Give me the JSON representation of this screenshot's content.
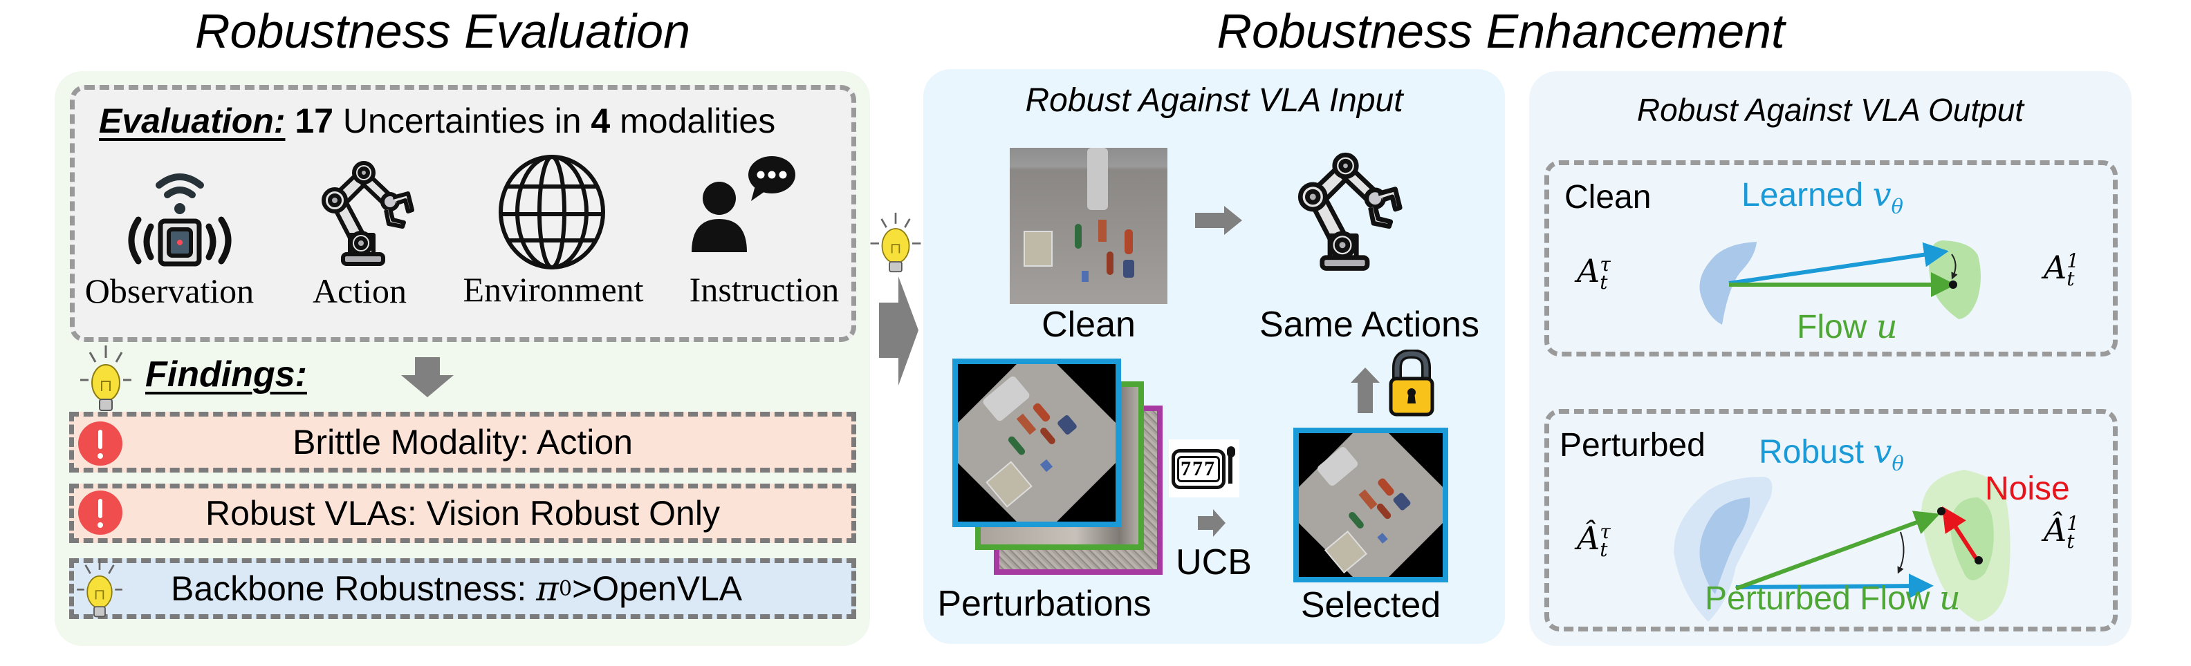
{
  "titles": {
    "evaluation": "Robustness Evaluation",
    "enhancement": "Robustness Enhancement"
  },
  "evaluation": {
    "heading_label": "Evaluation:",
    "count": "17",
    "mid_text": " Uncertainties in ",
    "modality_count": "4",
    "end_text": " modalities",
    "modalities": [
      {
        "label": "Observation",
        "icon": "camera-sensor-icon"
      },
      {
        "label": "Action",
        "icon": "robot-arm-icon"
      },
      {
        "label": "Environment",
        "icon": "globe-icon"
      },
      {
        "label": "Instruction",
        "icon": "person-speech-icon"
      }
    ]
  },
  "findings": {
    "heading": "Findings:",
    "items": [
      {
        "text": "Brittle Modality: Action",
        "icon": "alert-icon",
        "bg": "#fbe3d8"
      },
      {
        "text": "Robust VLAs: Vision Robust Only",
        "icon": "alert-icon",
        "bg": "#fbe3d8"
      },
      {
        "text_before": "Backbone Robustness: ",
        "math": "π",
        "math_sub": "0",
        "text_after": ">OpenVLA",
        "icon": "lightbulb-icon",
        "bg": "#dbe8f6"
      }
    ]
  },
  "input_panel": {
    "title": "Robust Against VLA Input",
    "clean_label": "Clean",
    "same_actions_label": "Same Actions",
    "perturbations_label": "Perturbations",
    "selector_label": "UCB",
    "slot_digits": "777",
    "selected_label": "Selected"
  },
  "output_panel": {
    "title": "Robust Against VLA Output",
    "clean": {
      "label": "Clean",
      "learned_label": "Learned ",
      "learned_math": "v",
      "learned_sub": "θ",
      "flow_label": "Flow ",
      "flow_math": "u",
      "source": {
        "base": "A",
        "sup": "τ",
        "sub": "t"
      },
      "target": {
        "base": "A",
        "sup": "1",
        "sub": "t"
      }
    },
    "perturbed": {
      "label": "Perturbed",
      "robust_label": "Robust ",
      "robust_math": "v",
      "robust_sub": "θ",
      "noise_label": "Noise",
      "flow_label": "Perturbed Flow ",
      "flow_math": "u",
      "source": {
        "base": "Â",
        "sup": "τ",
        "sub": "t"
      },
      "target": {
        "base": "Â",
        "sup": "1",
        "sub": "t"
      }
    }
  },
  "colors": {
    "blue": "#1a9ad6",
    "green": "#4ea635",
    "red": "#e8141b",
    "purple": "#a63aa0",
    "arrow_gray": "#808080",
    "alert_red": "#f04e4e",
    "bulb_yellow": "#f7e03a",
    "lock_yellow": "#f8c21a"
  }
}
